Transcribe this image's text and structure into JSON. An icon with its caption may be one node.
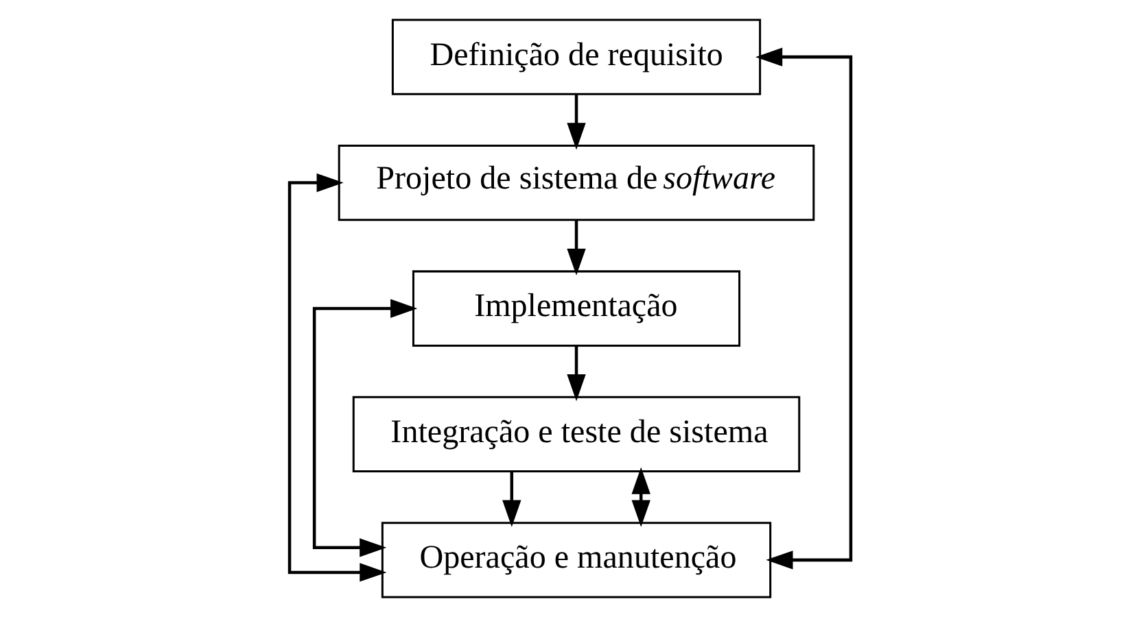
{
  "diagram": {
    "nodes": [
      {
        "text": [
          "Definição de requisito"
        ]
      },
      {
        "text": [
          "Projeto de sistema de *software*"
        ]
      },
      {
        "text": [
          "Implementação"
        ]
      },
      {
        "text": [
          "Integração e teste de sistema"
        ]
      },
      {
        "text": [
          "Operação e manutenção"
        ]
      }
    ],
    "edges": [
      {
        "from": 0,
        "to": 1,
        "arrow": "to"
      },
      {
        "from": 1,
        "to": 2,
        "arrow": "to"
      },
      {
        "from": 2,
        "to": 3,
        "arrow": "to"
      },
      {
        "from": 3,
        "to": 4,
        "arrow": "to"
      },
      {
        "from": 4,
        "to": 0,
        "arrow": "both"
      },
      {
        "from": 4,
        "to": 1,
        "arrow": "both"
      },
      {
        "from": 4,
        "to": 2,
        "arrow": "both"
      },
      {
        "from": 4,
        "to": 3,
        "arrow": "both"
      }
    ]
  }
}
